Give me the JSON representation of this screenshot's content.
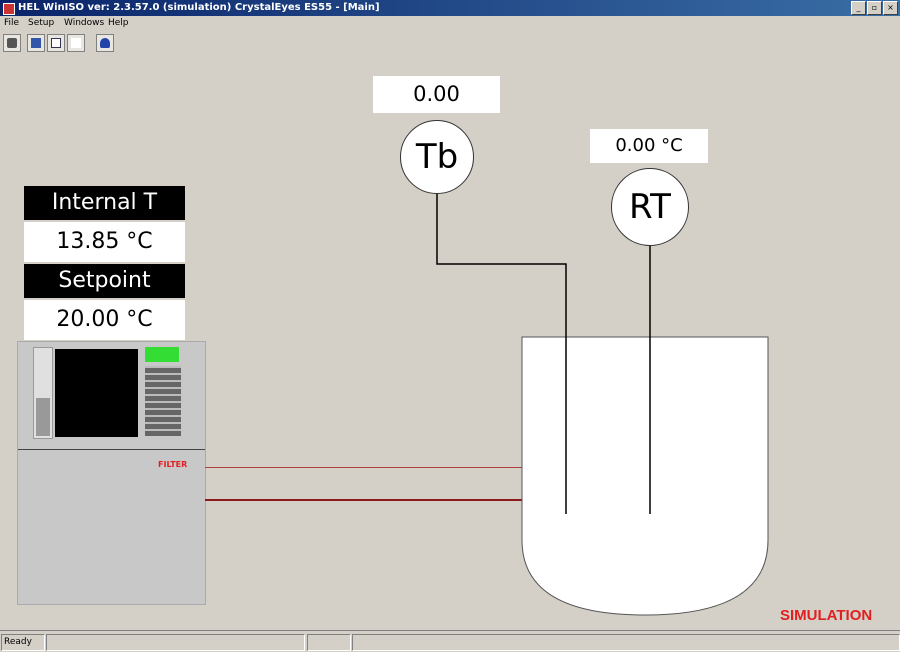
{
  "window": {
    "title": "HEL WinISO ver: 2.3.57.0 (simulation) CrystalEyes ES55 - [Main]",
    "buttons": [
      "_",
      "▫",
      "×"
    ]
  },
  "menu": [
    "File",
    "Setup",
    "Windows",
    "Help"
  ],
  "toolbar": [
    "plant-icon",
    "reactor-icon",
    "chart-icon",
    "blank-icon",
    "user-icon"
  ],
  "thermostat": {
    "internal_label": "Internal T",
    "internal_value": "13.85 °C",
    "setpoint_label": "Setpoint",
    "setpoint_value": "20.00 °C",
    "filter_label": "FILTER",
    "screen_color": "#000000",
    "display_color": "#33dd33"
  },
  "probes": {
    "tb": {
      "label": "Tb",
      "value": "0.00"
    },
    "rt": {
      "label": "RT",
      "value": "0.00 °C"
    }
  },
  "status": {
    "ready": "Ready",
    "panels": [
      "",
      "",
      "",
      ""
    ]
  },
  "mode_label": "SIMULATION",
  "colors": {
    "accent": "#e02020",
    "line": "#000000",
    "lineRed": "#8b1a1a"
  }
}
